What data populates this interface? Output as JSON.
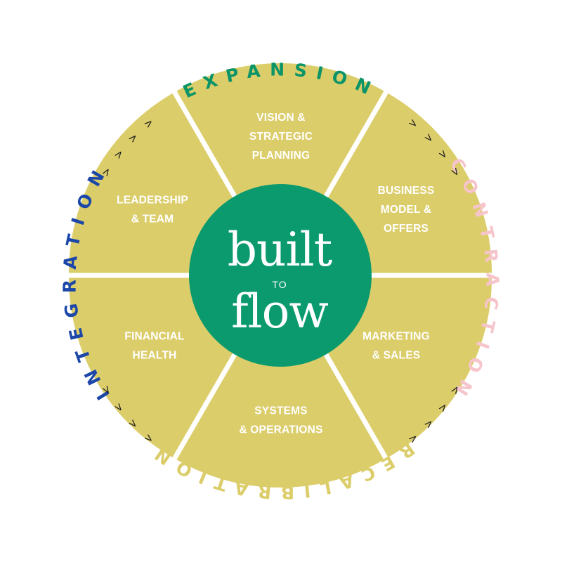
{
  "colors": {
    "segment": "#dccd6b",
    "center": "#0a9a6d",
    "expansion": "#0a9468",
    "contraction": "#f6c4cb",
    "recalibration": "#dccd6b",
    "integration": "#1b47a8",
    "arrows": "#1a1a1a"
  },
  "segments": [
    {
      "lines": [
        "VISION &",
        "STRATEGIC",
        "PLANNING"
      ]
    },
    {
      "lines": [
        "BUSINESS",
        "MODEL &",
        "OFFERS"
      ]
    },
    {
      "lines": [
        "MARKETING",
        "& SALES"
      ]
    },
    {
      "lines": [
        "SYSTEMS",
        "& OPERATIONS"
      ]
    },
    {
      "lines": [
        "FINANCIAL",
        "HEALTH"
      ]
    },
    {
      "lines": [
        "LEADERSHIP",
        "& TEAM"
      ]
    }
  ],
  "center_logo": {
    "line1": "built",
    "line2": "TO",
    "line3": "flow"
  },
  "ring_labels": {
    "expansion": "EXPANSION",
    "contraction": "CONTRACTION",
    "recalibration": "RECALIBRATION",
    "integration": "INTEGRATION"
  },
  "arrow_glyphs": {
    "forward": ">",
    "backward": "<"
  }
}
